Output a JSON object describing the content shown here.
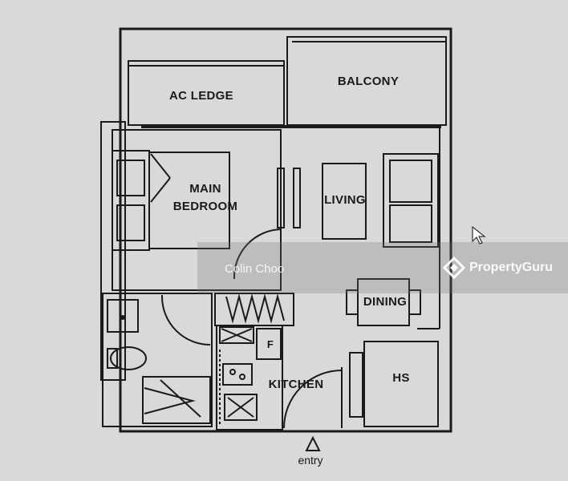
{
  "rooms": {
    "ac_ledge": "AC LEDGE",
    "balcony": "BALCONY",
    "main_bedroom_line1": "MAIN",
    "main_bedroom_line2": "BEDROOM",
    "living": "LIVING",
    "dining": "DINING",
    "kitchen": "KITCHEN",
    "fridge": "F",
    "household_shelter": "HS"
  },
  "entry": {
    "label": "entry",
    "icon": "triangle-outline-icon"
  },
  "watermark": {
    "author": "Colin Choo",
    "brand": "PropertyGuru",
    "brand_icon": "propertyguru-logo-icon"
  },
  "colors": {
    "background": "#d9d9d7",
    "ink": "#1a1a1a"
  }
}
